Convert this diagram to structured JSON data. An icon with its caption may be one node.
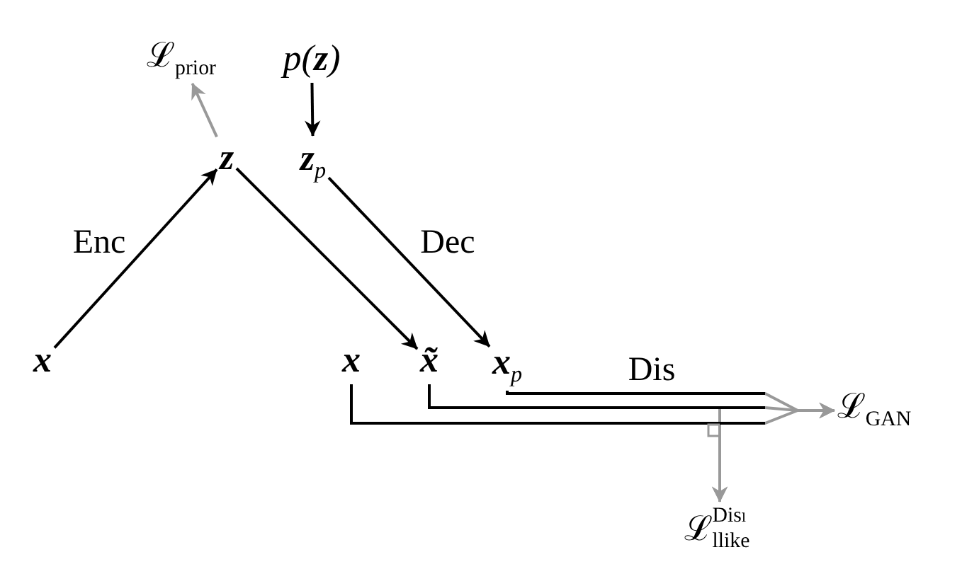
{
  "diagram": {
    "nodes": [
      {
        "text": [
          "ℒ$_{prior}$"
        ]
      },
      {
        "text": [
          "p(**z**)"
        ]
      },
      {
        "text": [
          "z"
        ]
      },
      {
        "text": [
          "**z**$_{p}$"
        ]
      },
      {
        "text": [
          "x"
        ]
      },
      {
        "text": [
          "x"
        ]
      },
      {
        "text": [
          "x̃"
        ]
      },
      {
        "text": [
          "**x**$_{p}$"
        ]
      },
      {
        "text": [
          "ℒ$_{GAN}$"
        ]
      },
      {
        "text": [
          "ℒ$^{Disₗ}$$_{llike}$"
        ]
      }
    ],
    "edges": [
      {
        "from": 2,
        "to": 0,
        "arrow": "to",
        "color": "#999999"
      },
      {
        "from": 1,
        "to": 3,
        "arrow": "to"
      },
      {
        "from": 4,
        "to": 2,
        "arrow": "to",
        "label": "Enc"
      },
      {
        "from": 2,
        "to": 6,
        "arrow": "to"
      },
      {
        "from": 3,
        "to": 7,
        "arrow": "to",
        "label": "Dec"
      },
      {
        "from": 7,
        "to": 8,
        "arrow": "to",
        "label": "Dis"
      },
      {
        "from": 6,
        "to": 8,
        "arrow": "to"
      },
      {
        "from": 5,
        "to": 8,
        "arrow": "to"
      },
      {
        "from": 6,
        "to": 9,
        "arrow": "to",
        "color": "#999999"
      },
      {
        "from": 5,
        "to": 9,
        "arrow": "to",
        "color": "#999999"
      }
    ]
  }
}
